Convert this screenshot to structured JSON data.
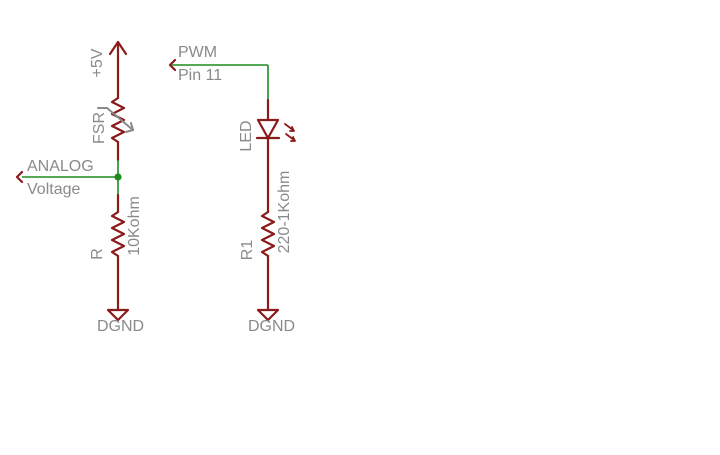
{
  "labels": {
    "supply": "+5V",
    "fsr": "FSR",
    "analog_line1": "ANALOG",
    "analog_line2": "Voltage",
    "r_name": "R",
    "r_value": "10Kohm",
    "gnd_left": "DGND",
    "pwm_line1": "PWM",
    "pwm_line2": "Pin 11",
    "led": "LED",
    "r1_name": "R1",
    "r1_value": "220-1Kohm",
    "gnd_right": "DGND"
  },
  "colors": {
    "component": "#8b1a1a",
    "wire": "#1f8a1f",
    "label": "#8a8a8a",
    "background": "#ffffff"
  }
}
